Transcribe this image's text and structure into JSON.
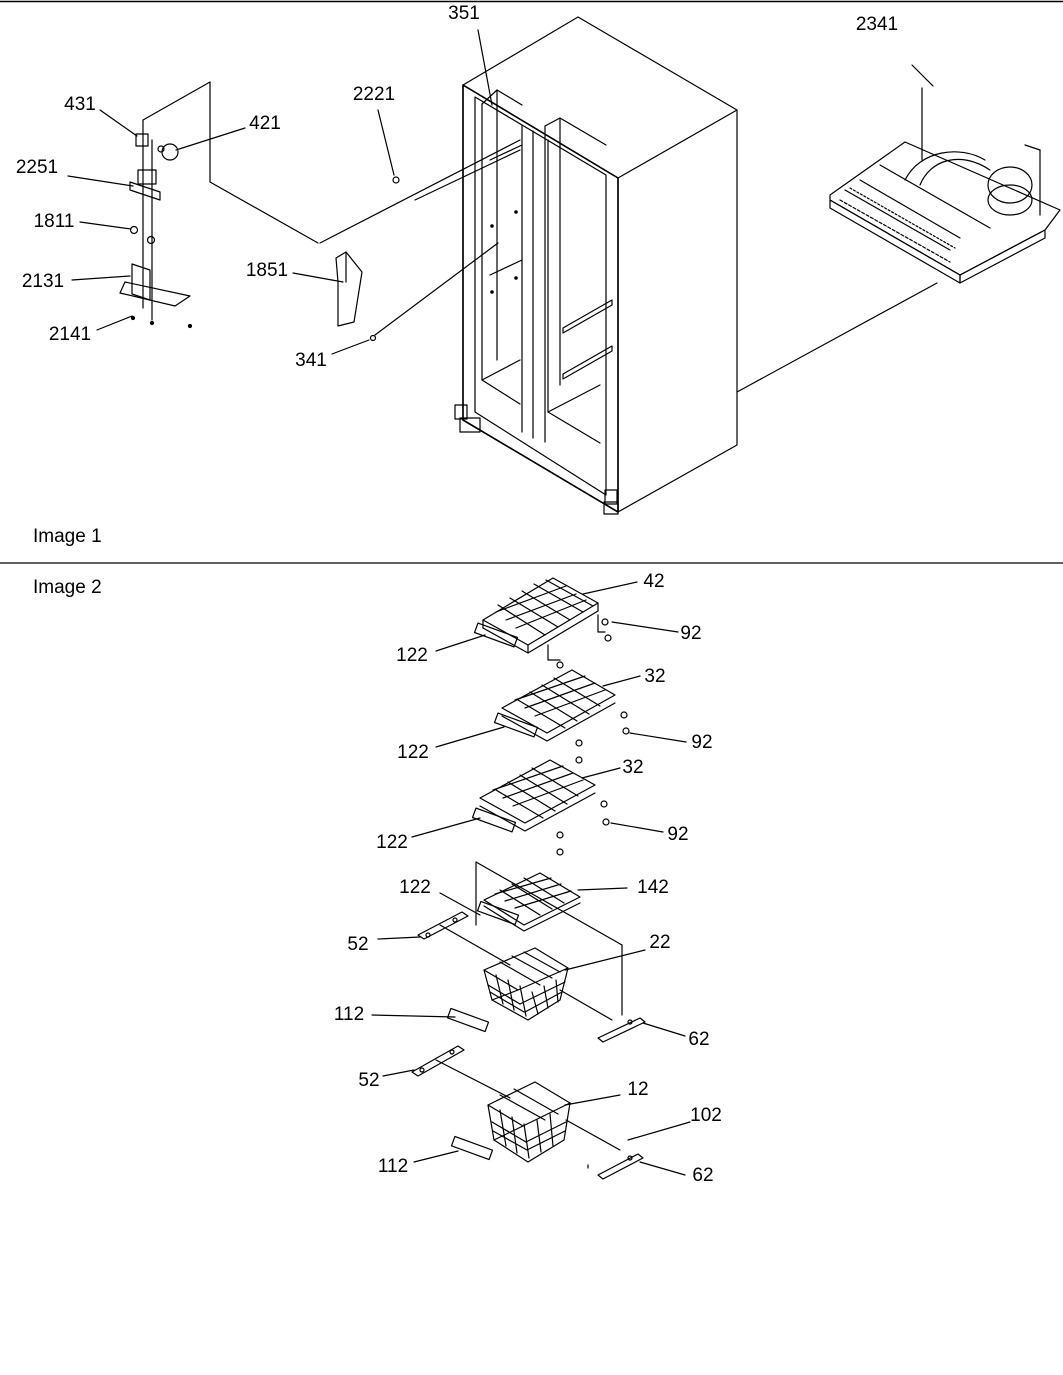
{
  "panels": [
    {
      "caption": "Image 1",
      "callouts": [
        "351",
        "2341",
        "2221",
        "431",
        "421",
        "2251",
        "1811",
        "2131",
        "2141",
        "1851",
        "341"
      ]
    },
    {
      "caption": "Image 2",
      "callouts": [
        "42",
        "92",
        "122",
        "32",
        "92",
        "122",
        "32",
        "92",
        "122",
        "122",
        "142",
        "52",
        "22",
        "112",
        "62",
        "52",
        "12",
        "102",
        "112",
        "62"
      ]
    }
  ]
}
